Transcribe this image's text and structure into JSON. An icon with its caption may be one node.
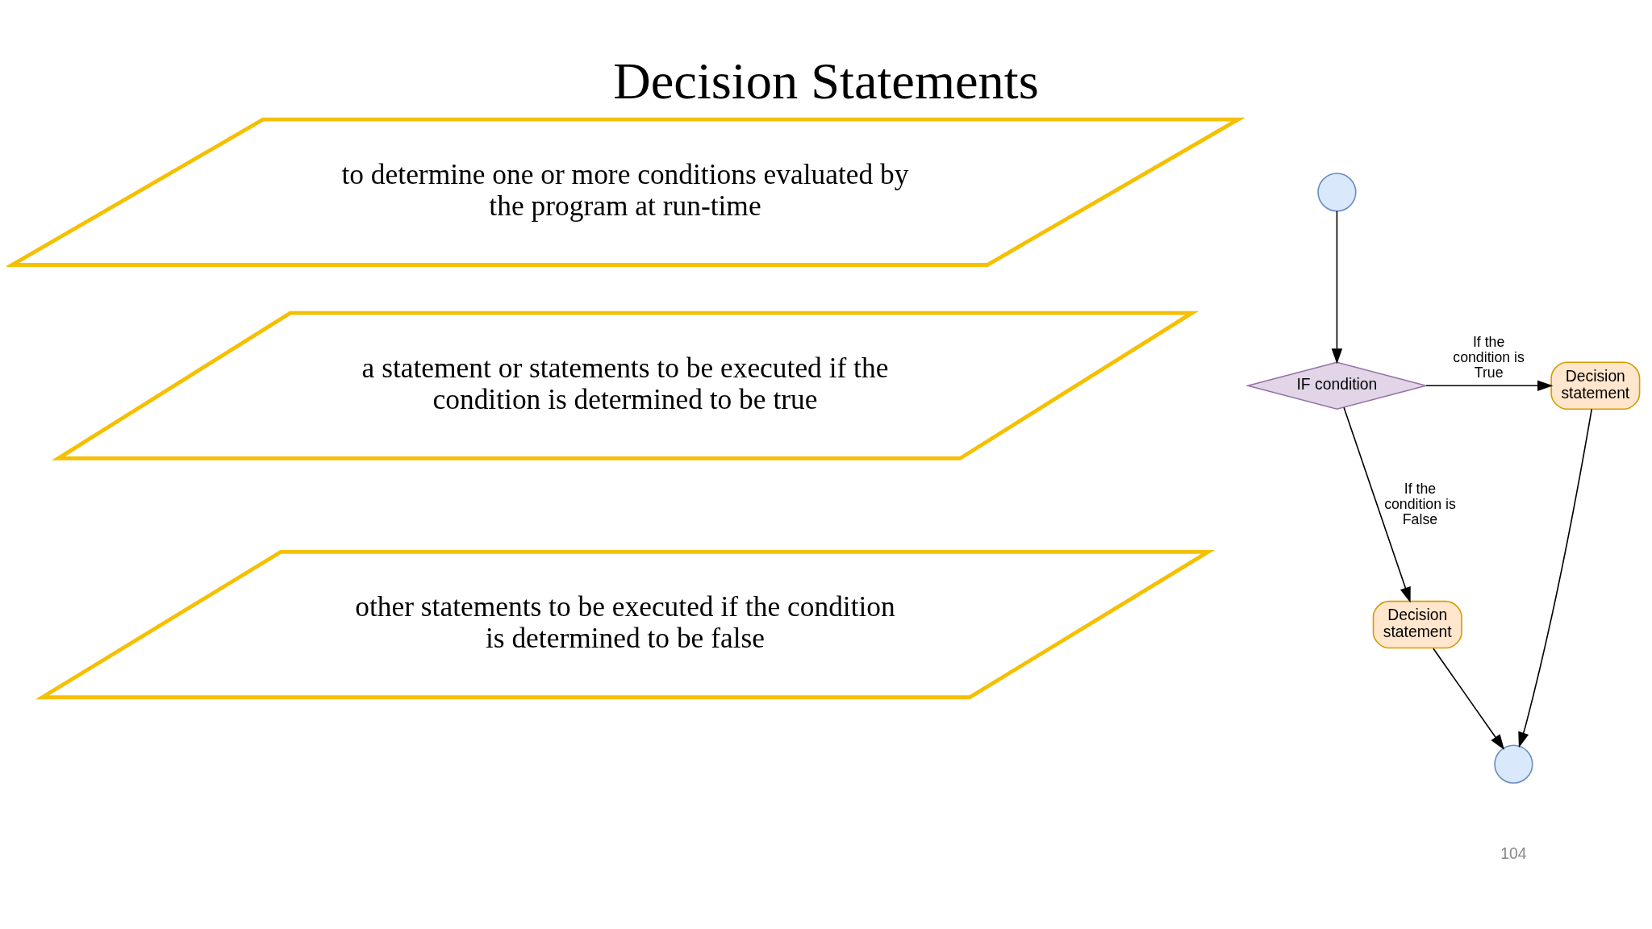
{
  "diagram": {
    "title": "Decision Statements",
    "nodes": [
      {
        "text": [
          "to determine one or more conditions evaluated by the program at run-time"
        ]
      },
      {
        "text": [
          "a statement or statements to be executed if the condition is determined to be true"
        ]
      },
      {
        "text": [
          "other statements to be executed if the condition is determined to be false"
        ]
      },
      {
        "text": [],
        "shape": "circle"
      },
      {
        "text": [
          "IF condition"
        ]
      },
      {
        "text": [
          "Decision statement"
        ]
      },
      {
        "text": [
          "Decision statement"
        ]
      },
      {
        "text": [],
        "shape": "circle"
      }
    ],
    "edges": [
      {
        "from": 3,
        "to": 4,
        "arrow": "to"
      },
      {
        "from": 4,
        "to": 5,
        "arrow": "to",
        "label": "If the condition is True"
      },
      {
        "from": 4,
        "to": 6,
        "arrow": "to",
        "label": "If the condition is False"
      },
      {
        "from": 6,
        "to": 7,
        "arrow": "to"
      },
      {
        "from": 5,
        "to": 7,
        "arrow": "to"
      }
    ],
    "labels": [
      "104"
    ]
  }
}
